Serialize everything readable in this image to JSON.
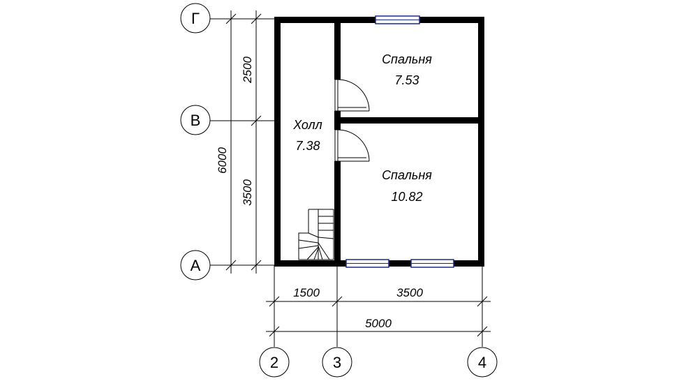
{
  "axes": {
    "g": "Г",
    "v": "В",
    "a": "А",
    "n2": "2",
    "n3": "3",
    "n4": "4"
  },
  "dimensions": {
    "left_top": "2500",
    "left_bottom": "3500",
    "left_total": "6000",
    "bottom_left": "1500",
    "bottom_right": "3500",
    "bottom_total": "5000"
  },
  "rooms": {
    "bedroom_top": {
      "name": "Спальня",
      "area": "7.53"
    },
    "bedroom_bottom": {
      "name": "Спальня",
      "area": "10.82"
    },
    "hall": {
      "name": "Холл",
      "area": "7.38"
    }
  }
}
